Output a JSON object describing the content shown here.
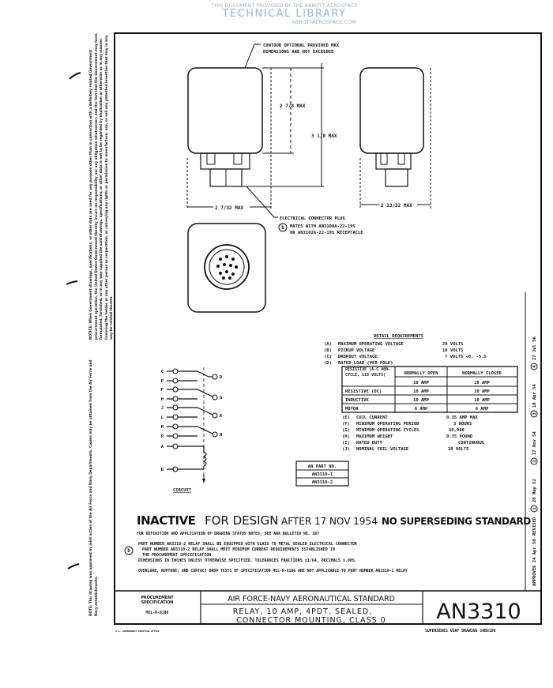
{
  "watermark": {
    "line1": "THIS DOCUMENT PROVIDED BY THE ABBOTT AEROSPACE",
    "line2": "TECHNICAL LIBRARY",
    "line3": "ABBOTTAEROSPACE.COM"
  },
  "margin_notes": {
    "notice": "NOTICE: When Government drawings, specifications, or other data are used for any purpose other than in connection with a definitely related Government procurement operation, the United States Government thereby incurs no responsibility nor any obligation whatsoever; and the fact that the Government may have formulated, furnished, or in any way supplied the said drawings, specifications, or other data is not to be regarded by implication or otherwise as in any manner licensing the holder or any other person or corporation, or conveying any rights or permission to manufacture, use, or sell any patented invention that may in any way be related thereto.",
    "note": "NOTE: This drawing was approved by joint action of the Air Force and Navy Departments. Copies may be obtained from the Air Force and Navy establishments."
  },
  "drawing": {
    "contour_note_1": "CONTOUR OPTIONAL PROVIDED MAX",
    "contour_note_2": "DIMENSIONS ARE NOT EXCEEDED",
    "dim_height_body": "2 7/8 MAX",
    "dim_height_total": "3 1/8 MAX",
    "dim_width_front": "2 7/32 MAX",
    "dim_width_side": "2 13/32 MAX",
    "connector_note_1": "ELECTRICAL CONNECTOR PLUG",
    "connector_note_2": "MATES WITH AN3100A-22-19S",
    "connector_note_3": "OR AN3102A-22-19S RECEPTACLE",
    "rev_marker": "b"
  },
  "detail_requirements": {
    "title": "DETAIL REQUIREMENTS",
    "items_top": [
      {
        "key": "(A)",
        "label": "MAXIMUM OPERATING VOLTAGE",
        "value": "29 VOLTS"
      },
      {
        "key": "(B)",
        "label": "PICKUP VOLTAGE",
        "value": "18 VOLTS"
      },
      {
        "key": "(C)",
        "label": "DROPOUT VOLTAGE",
        "value": "7 VOLTS +0, -5.5"
      },
      {
        "key": "(D)",
        "label": "RATED LOAD (PER POLE)",
        "value": ""
      }
    ],
    "table": {
      "headers": [
        "RESISTIVE (A-C 400-CYCLE, 115 VOLTS)",
        "NORMALLY OPEN",
        "NORMALLY CLOSED"
      ],
      "rows": [
        [
          "RESISTIVE (DC)",
          "10 AMP",
          "10 AMP"
        ],
        [
          "INDUCTIVE",
          "10 AMP",
          "10 AMP"
        ],
        [
          "MOTOR",
          "6 AMP",
          "6 AMP"
        ]
      ],
      "ac_row": [
        "10 AMP",
        "10 AMP"
      ]
    },
    "items_bottom": [
      {
        "key": "(E)",
        "label": "COIL CURRENT",
        "value": "0.35 AMP MAX"
      },
      {
        "key": "(F)",
        "label": "MINIMUM OPERATING PERIOD",
        "value": "3 HOURS"
      },
      {
        "key": "(G)",
        "label": "MINIMUM OPERATING CYCLES",
        "value": "50,000"
      },
      {
        "key": "(H)",
        "label": "MAXIMUM WEIGHT",
        "value": "0.75 POUND"
      },
      {
        "key": "(I)",
        "label": "RATED DUTY",
        "value": "CONTINUOUS"
      },
      {
        "key": "(J)",
        "label": "NOMINAL COIL VOLTAGE",
        "value": "28 VOLTS"
      }
    ]
  },
  "circuit": {
    "label": "CIRCUIT",
    "pins_left": [
      "C",
      "E",
      "F",
      "H",
      "J",
      "L",
      "M",
      "P",
      "A",
      "B"
    ],
    "pins_right": [
      "D",
      "G",
      "K",
      "N"
    ]
  },
  "part_numbers": {
    "header": "AN PART NO.",
    "items": [
      "AN3310-1",
      "AN3310-2"
    ]
  },
  "status": {
    "inactive": "INACTIVE",
    "for_design": "FOR DESIGN",
    "after": "AFTER 17 NOV 1954",
    "no_superseding": "NO SUPERSEDING STANDARD",
    "definition_note": "FOR DEFINITION AND APPLICATION OF DRAWING STATUS NOTES, SEE ANA BULLETIN NO. 387"
  },
  "notes": {
    "rev_marker": "b",
    "note1": "PART NUMBER AN3310-2 RELAY SHALL BE EQUIPPED WITH GLASS TO METAL SEALED ELECTRICAL CONNECTOR",
    "note2": "PART NUMBER AN3310-2 RELAY SHALL MEET MINIMUM CURRENT REQUIREMENTS ESTABLISHED IN",
    "note3": "THE PROCUREMENT SPECIFICATION",
    "note4": "DIMENSIONS IN INCHES  UNLESS OTHERWISE SPECIFIED, TOLERANCES  FRACTIONS ±1/64, DECIMALS ±.005.",
    "note5": "OVERLOAD, RUPTURE, AND CONTACT DROP TESTS OF SPECIFICATION MIL-R-6106 ARE NOT APPLICABLE TO PART NUMBER AN3310-1 RELAY"
  },
  "revisions": {
    "approved": "APPROVED 24 Apr 50",
    "revised": "REVISED",
    "rev1": "1",
    "rev1_date": "20 May 52",
    "rev2": "2",
    "rev2_date": "17 Nov 54",
    "rev3": "3",
    "rev3_date": "10 Apr 54",
    "rev4": "4",
    "rev4_date": "27 Jul 56"
  },
  "title_block": {
    "procurement_label_1": "PROCUREMENT",
    "procurement_label_2": "SPECIFICATION",
    "specification": "MIL-R-6106",
    "org": "AIR FORCE-NAVY AERONAUTICAL STANDARD",
    "title_1": "RELAY, 10 AMP, 4PDT, SEALED,",
    "title_2": "CONNECTOR MOUNTING, CLASS 0",
    "number": "AN3310",
    "supersedes": "SUPERSEDES USAF DRAWING 50B6186",
    "printer": "U.S. GOVERNMENT PRINTING OFFICE"
  }
}
